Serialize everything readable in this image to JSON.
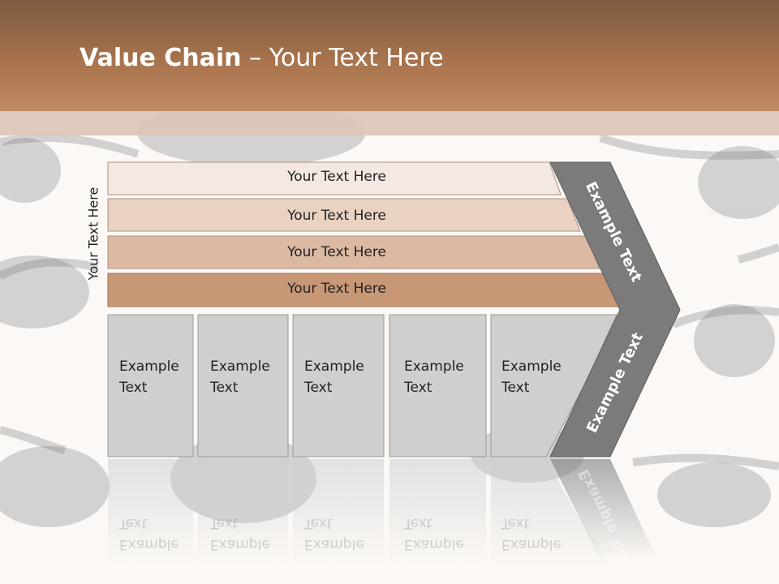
{
  "slide": {
    "title_bold": "Value Chain",
    "title_rest": " – Your Text Here",
    "side_label": "Your Text Here",
    "rows": [
      "Your Text Here",
      "Your Text Here",
      "Your Text Here",
      "Your Text Here"
    ],
    "boxes": [
      {
        "line1": "Example",
        "line2": "Text"
      },
      {
        "line1": "Example",
        "line2": "Text"
      },
      {
        "line1": "Example",
        "line2": "Text"
      },
      {
        "line1": "Example",
        "line2": "Text"
      },
      {
        "line1": "Example",
        "line2": "Text"
      }
    ],
    "arrow_upper": "Example Text",
    "arrow_lower": "Example Text"
  },
  "colors": {
    "row1": "#f4e8e2",
    "row2": "#ead2c3",
    "row3": "#dcb9a2",
    "row4": "#c79776",
    "box": "#cfcfcf",
    "arrow": "#7b7b7b",
    "header": "#a8734d"
  }
}
